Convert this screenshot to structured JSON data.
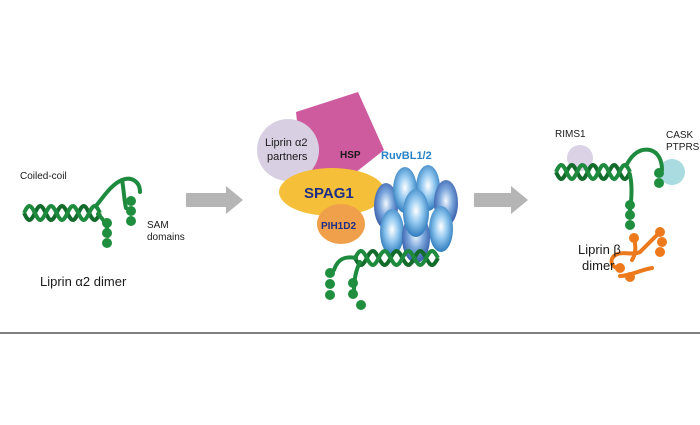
{
  "colors": {
    "helix_green": "#1e8a3e",
    "helix_dark": "#136b2b",
    "sam_green": "#1f8f3f",
    "liprin_beta_orange": "#ec7a1c",
    "hsp_magenta": "#cf5b9f",
    "partners_lavender": "#d9cfe3",
    "spag1_yellow": "#f5bf3a",
    "pih1d2_orange": "#f0a04a",
    "ruvbl_blue": "#2a7fc4",
    "ruvbl_label": "#2a83c6",
    "spag1_label": "#1f2f86",
    "arrow_gray": "#b5b5b5",
    "rims1_lavender": "#dcd2e6",
    "cask_cyan": "#a9dbe1",
    "divider": "#333333"
  },
  "left": {
    "coiled_coil_label": "Coiled-coil",
    "sam_label_line1": "SAM",
    "sam_label_line2": "domains",
    "dimer_label": "Liprin α2 dimer"
  },
  "center": {
    "partners_line1": "Liprin α2",
    "partners_line2": "partners",
    "hsp_label": "HSP",
    "ruvbl_label": "RuvBL1/2",
    "spag1_label": "SPAG1",
    "pih1d2_label": "PIH1D2"
  },
  "right": {
    "rims1_label": "RIMS1",
    "cask_label": "CASK",
    "ptprs_label": "PTPRS",
    "beta_line1": "Liprin β",
    "beta_line2": "dimer"
  },
  "icons": {
    "arrow1": "right-arrow-icon",
    "arrow2": "right-arrow-icon"
  }
}
